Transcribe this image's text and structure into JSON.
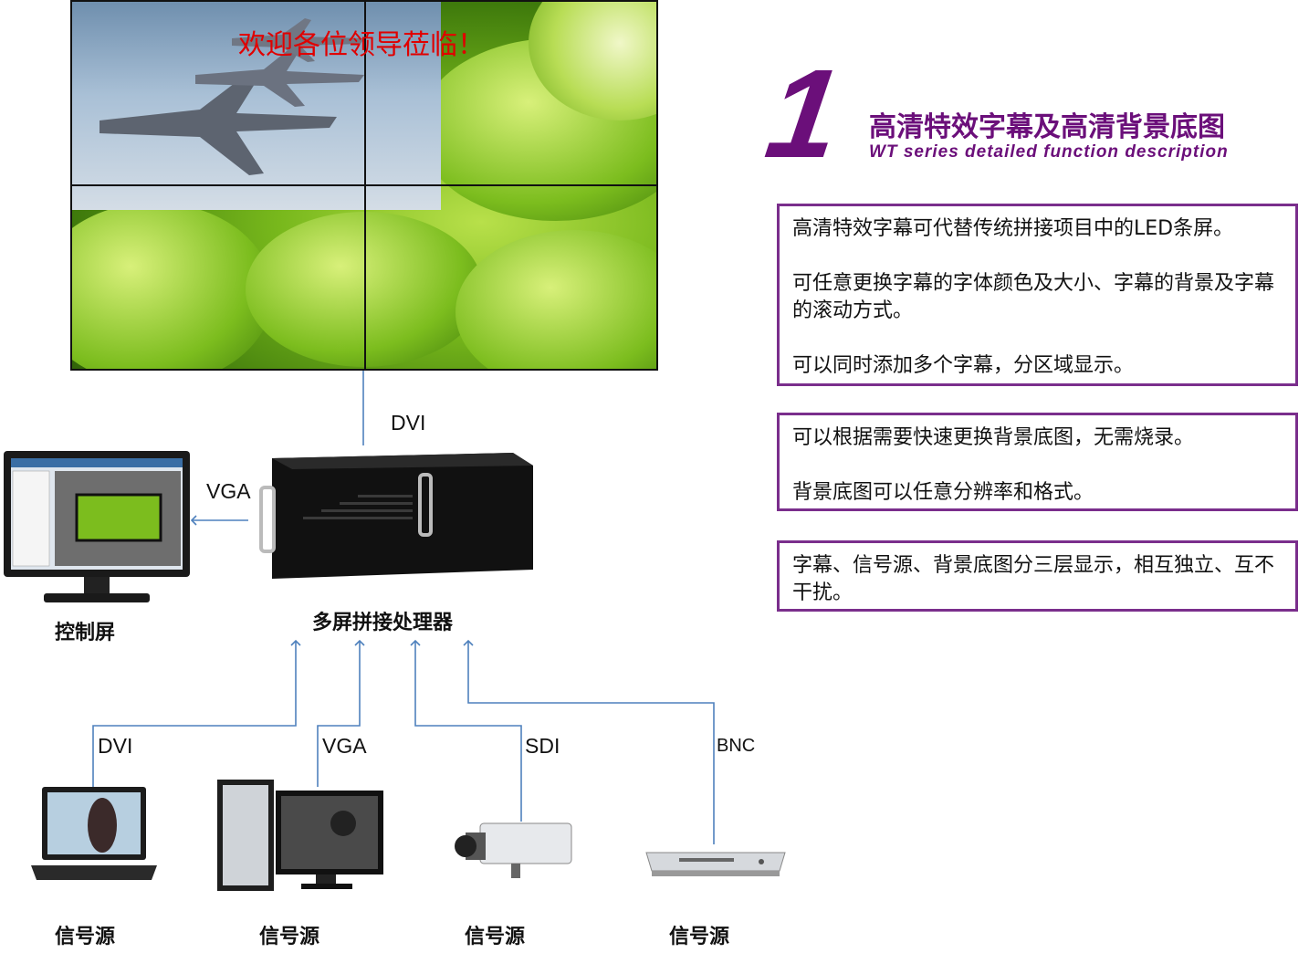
{
  "wall": {
    "caption": "欢迎各位领导莅临！"
  },
  "heading": {
    "number": "1",
    "title_cn": "高清特效字幕及高清背景底图",
    "title_en": "WT series detailed function description"
  },
  "boxes": [
    {
      "paragraphs": [
        "高清特效字幕可代替传统拼接项目中的LED条屏。",
        "可任意更换字幕的字体颜色及大小、字幕的背景及字幕的滚动方式。",
        "可以同时添加多个字幕，分区域显示。"
      ]
    },
    {
      "paragraphs": [
        "可以根据需要快速更换背景底图，无需烧录。",
        "背景底图可以任意分辨率和格式。"
      ]
    },
    {
      "paragraphs": [
        "字幕、信号源、背景底图分三层显示，相互独立、互不干扰。"
      ]
    }
  ],
  "labels": {
    "wall_link": "DVI",
    "monitor_link": "VGA",
    "processor": "多屏拼接处理器",
    "control_screen": "控制屏",
    "inputs": [
      "DVI",
      "VGA",
      "SDI",
      "BNC"
    ],
    "sources": [
      "信号源",
      "信号源",
      "信号源",
      "信号源"
    ]
  },
  "colors": {
    "accent": "#6b0f7a",
    "box_border": "#7a2e8c",
    "line": "#4f81bd",
    "caption": "#e00000"
  }
}
